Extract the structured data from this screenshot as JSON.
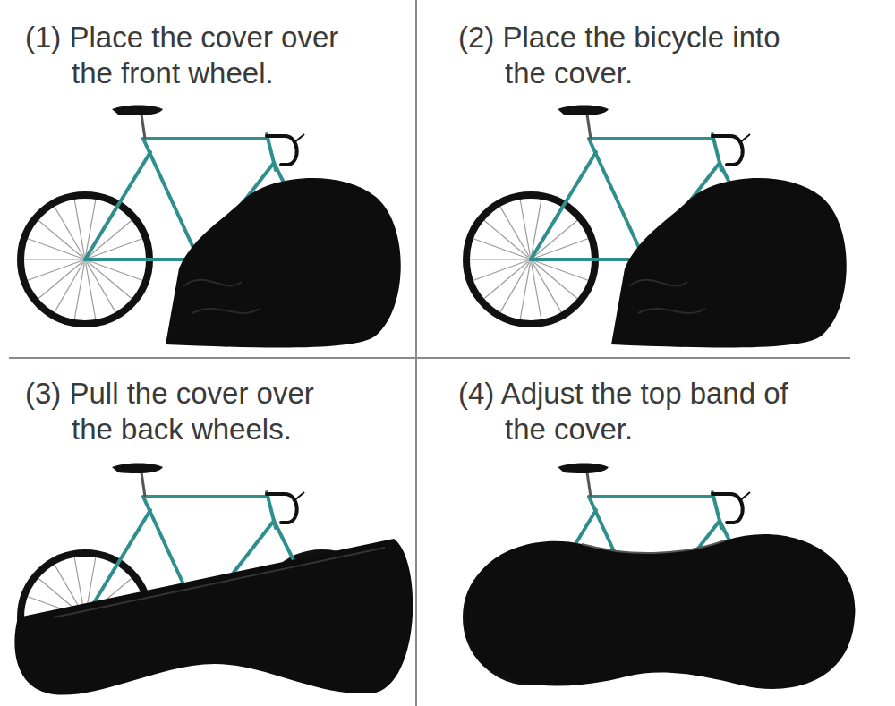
{
  "diagram": {
    "labels": [
      "(1) Place the cover over the front wheel.",
      "(2) Place the bicycle into the cover.",
      "(3) Pull the cover over the back wheels.",
      "(4) Adjust the top band of the cover."
    ]
  }
}
